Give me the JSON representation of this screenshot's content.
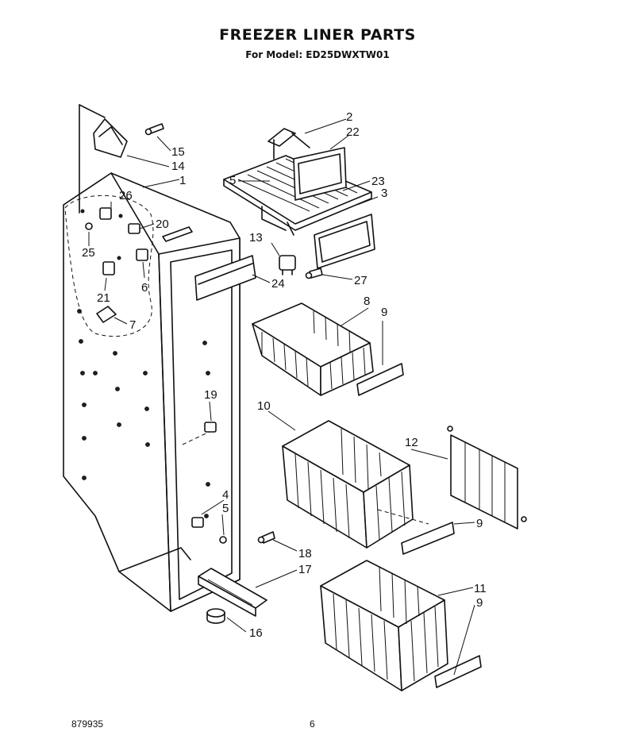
{
  "header": {
    "title": "FREEZER LINER PARTS",
    "subtitle": "For Model: ED25DWXTW01"
  },
  "footer": {
    "doc_number": "879935",
    "page_number": "6"
  },
  "callouts": {
    "c1": "1",
    "c2": "2",
    "c3": "3",
    "c4": "4",
    "c5a": "5",
    "c5b": "5",
    "c6": "6",
    "c7": "7",
    "c8": "8",
    "c9a": "9",
    "c9b": "9",
    "c9c": "9",
    "c10": "10",
    "c11": "11",
    "c12": "12",
    "c13": "13",
    "c14": "14",
    "c15": "15",
    "c16": "16",
    "c17": "17",
    "c18": "18",
    "c19": "19",
    "c20": "20",
    "c21": "21",
    "c22": "22",
    "c23": "23",
    "c24": "24",
    "c25": "25",
    "c26": "26",
    "c27": "27"
  }
}
